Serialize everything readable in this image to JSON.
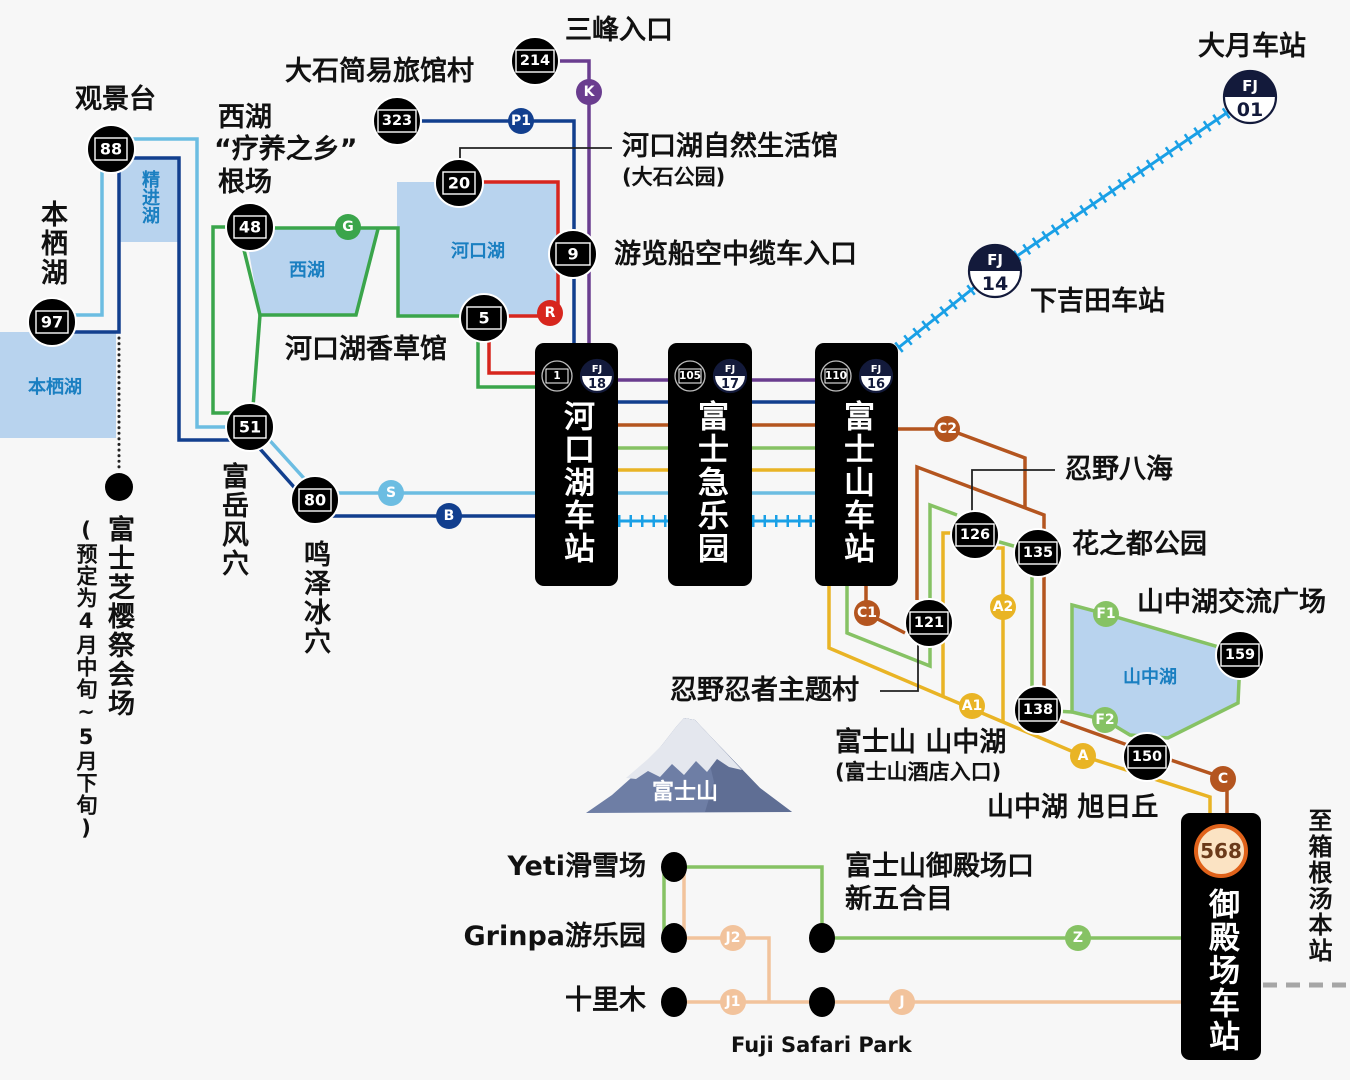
{
  "colors": {
    "background": "#f7f7f7",
    "lake": "#b8d3ee",
    "lake_label": "#1a7fc1",
    "purple": "#6a3d8f",
    "dark_blue": "#123f8e",
    "light_blue": "#6cbde2",
    "red": "#d7261e",
    "green": "#3aa54b",
    "light_green": "#86c264",
    "brown": "#b4551f",
    "yellow": "#e9b425",
    "peach": "#f2c39c",
    "rail": "#1aa0e6",
    "fj_navy": "#131a3b",
    "connector_gray": "#a6a6a6",
    "badge_568_fill": "#fbe3c3",
    "badge_568_ring": "#e0621a",
    "badge_568_text": "#6b3a1a"
  },
  "lakes": {
    "motosu": "本栖湖",
    "shoji": "精进湖",
    "saiko": "西湖",
    "kawaguchi": "河口湖",
    "yamanaka": "山中湖"
  },
  "landmark": {
    "mount_fuji": "富士山"
  },
  "bus_stops": [
    {
      "number": "88",
      "name": "观景台"
    },
    {
      "number": "97",
      "name": "本栖湖"
    },
    {
      "number": "48",
      "name_lines": [
        "西湖",
        "“疗养之乡”",
        "根场"
      ]
    },
    {
      "number": "323",
      "name": "大石简易旅馆村"
    },
    {
      "number": "214",
      "name": "三峰入口"
    },
    {
      "number": "20",
      "name": "河口湖自然生活馆",
      "sub": "(大石公园)"
    },
    {
      "number": "9",
      "name": "游览船空中缆车入口"
    },
    {
      "number": "5",
      "name": "河口湖香草馆"
    },
    {
      "number": "51",
      "name": "富岳风穴"
    },
    {
      "number": "80",
      "name": "鸣泽冰穴"
    },
    {
      "number": "126",
      "name": "忍野八海"
    },
    {
      "number": "135",
      "name": "花之都公园"
    },
    {
      "number": "121",
      "name": "忍野忍者主题村"
    },
    {
      "number": "159",
      "name": "山中湖交流广场"
    },
    {
      "number": "138",
      "name": "富士山 山中湖",
      "sub": "(富士山酒店入口)"
    },
    {
      "number": "150",
      "name": "山中湖 旭日丘"
    }
  ],
  "other_stops": [
    {
      "name": "富士芝樱祭会场",
      "note": "(预定为4月中旬~5月下旬)"
    },
    {
      "name": "Yeti滑雪场"
    },
    {
      "name": "Grinpa游乐园"
    },
    {
      "name": "十里木"
    },
    {
      "name_lines": [
        "富士山御殿场口",
        "新五合目"
      ]
    },
    {
      "name": "Fuji Safari Park"
    }
  ],
  "terminals": [
    {
      "name": "河口湖车站",
      "stop_number": "1",
      "fj_line": "FJ",
      "fj_number": "18"
    },
    {
      "name": "富士急乐园",
      "stop_number": "105",
      "fj_line": "FJ",
      "fj_number": "17"
    },
    {
      "name": "富士山车站",
      "stop_number": "110",
      "fj_line": "FJ",
      "fj_number": "16"
    },
    {
      "name": "御殿场车站",
      "stop_number": "568"
    }
  ],
  "rail_stations": [
    {
      "name": "大月车站",
      "fj_line": "FJ",
      "fj_number": "01"
    },
    {
      "name": "下吉田车站",
      "fj_line": "FJ",
      "fj_number": "14"
    }
  ],
  "route_badges": [
    {
      "label": "K",
      "color": "#6a3d8f"
    },
    {
      "label": "P1",
      "color": "#123f8e"
    },
    {
      "label": "G",
      "color": "#3aa54b"
    },
    {
      "label": "R",
      "color": "#d7261e"
    },
    {
      "label": "S",
      "color": "#6cbde2"
    },
    {
      "label": "B",
      "color": "#123f8e"
    },
    {
      "label": "C2",
      "color": "#b4551f"
    },
    {
      "label": "C1",
      "color": "#b4551f"
    },
    {
      "label": "A2",
      "color": "#e9b425"
    },
    {
      "label": "A1",
      "color": "#e9b425"
    },
    {
      "label": "A",
      "color": "#e9b425"
    },
    {
      "label": "F1",
      "color": "#86c264"
    },
    {
      "label": "F2",
      "color": "#86c264"
    },
    {
      "label": "C",
      "color": "#b4551f"
    },
    {
      "label": "Z",
      "color": "#86c264"
    },
    {
      "label": "J2",
      "color": "#f2c39c"
    },
    {
      "label": "J1",
      "color": "#f2c39c"
    },
    {
      "label": "J",
      "color": "#f2c39c"
    }
  ],
  "direction_note": "至箱根汤本站"
}
